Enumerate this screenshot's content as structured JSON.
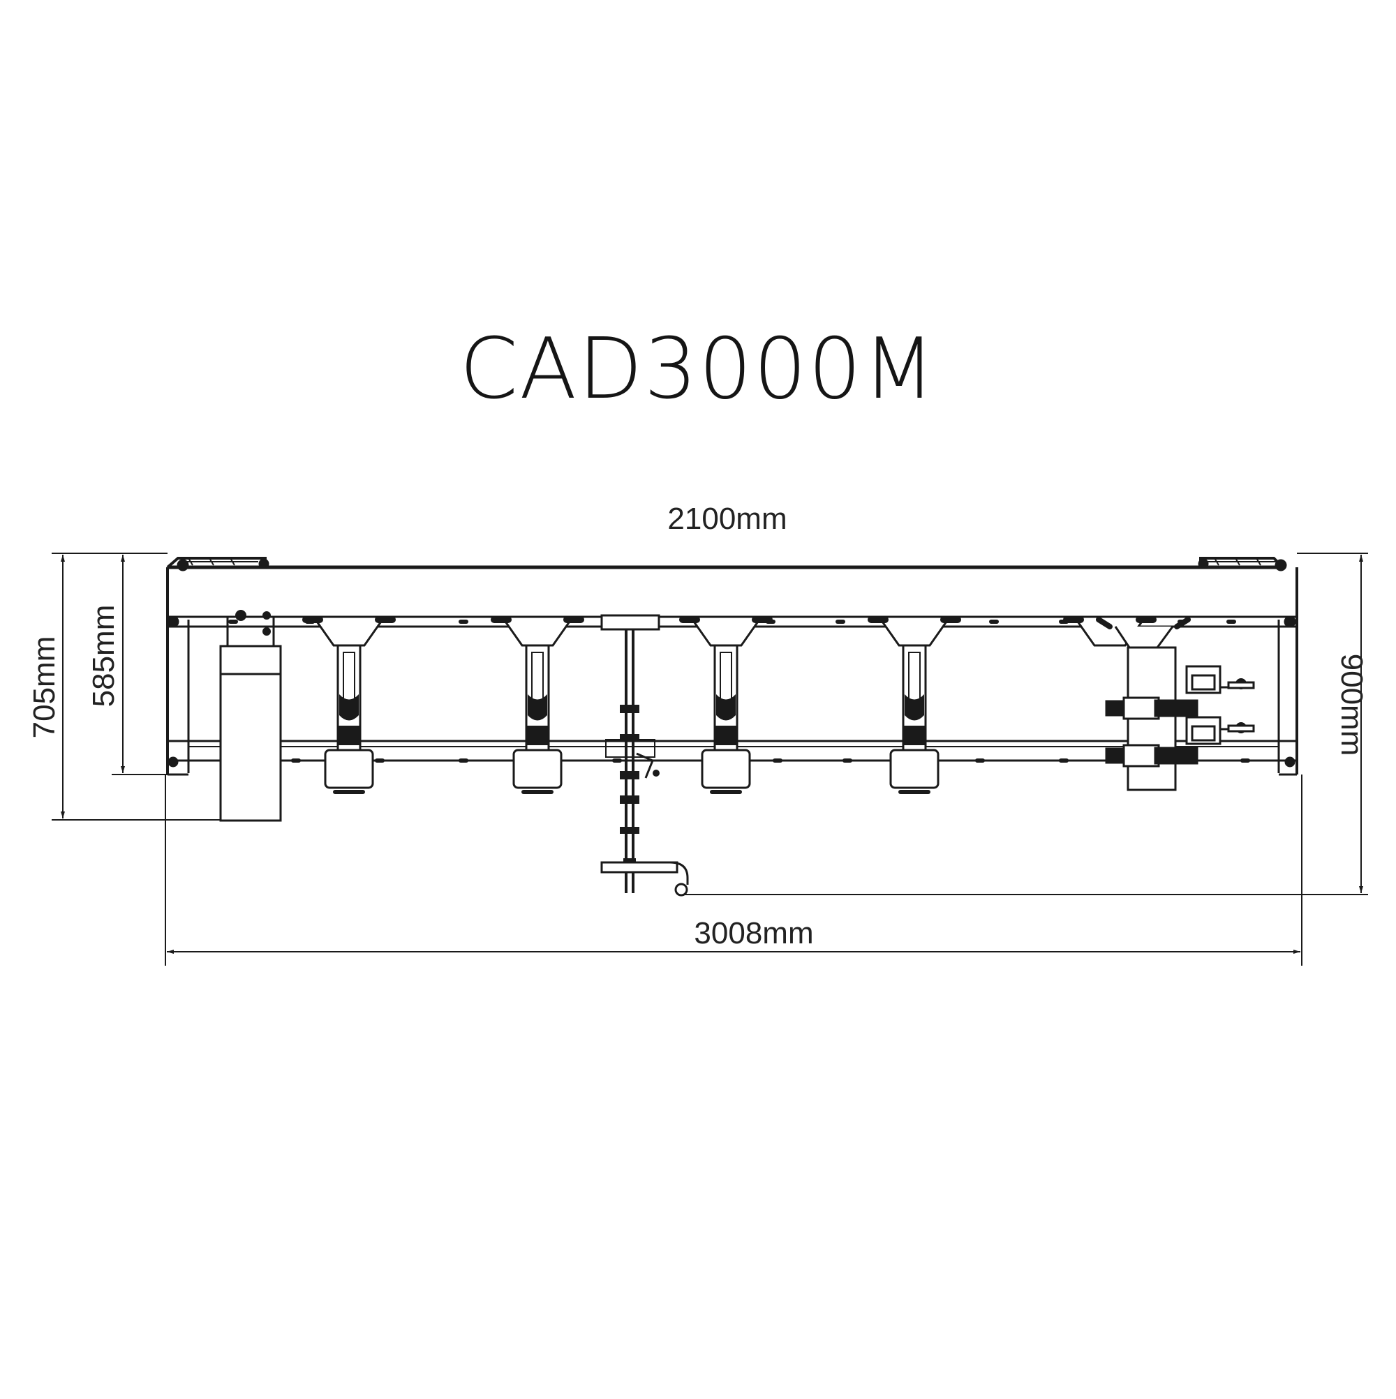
{
  "title": "CAD3000M",
  "dimensions": {
    "top_width": "2100mm",
    "overall_width": "3008mm",
    "height_outer_left": "705mm",
    "height_inner_left": "585mm",
    "height_right": "900mm"
  },
  "components": {
    "clamp_count": 5
  },
  "colors": {
    "line": "#1a1a1a",
    "background": "#ffffff"
  }
}
